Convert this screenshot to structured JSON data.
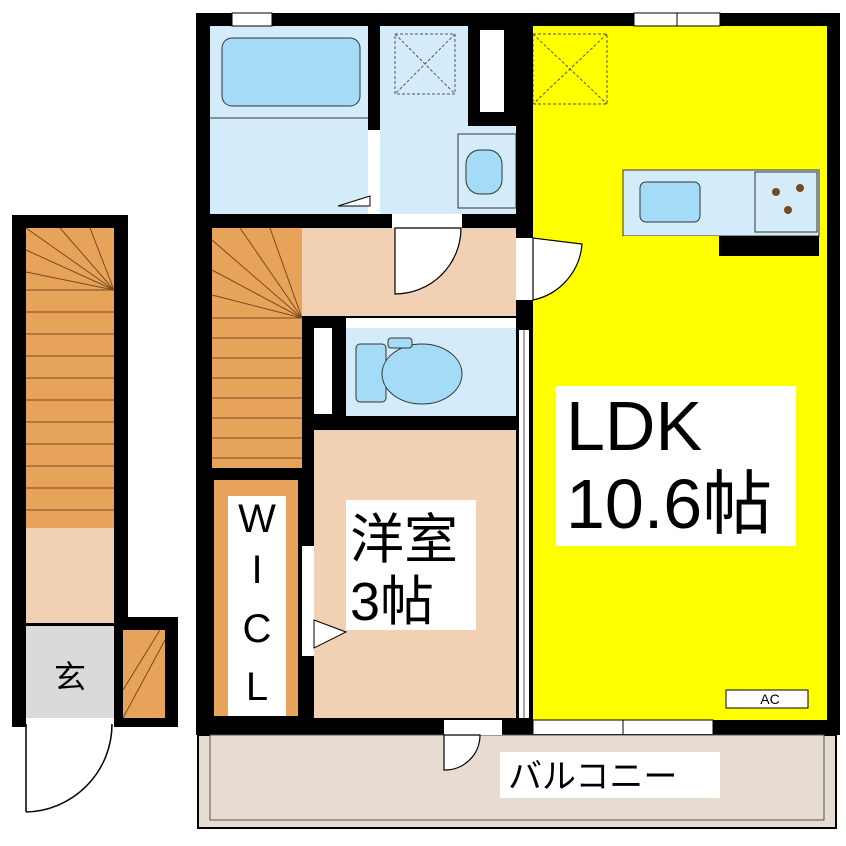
{
  "rooms": {
    "ldk": {
      "name": "LDK",
      "size": "10.6帖"
    },
    "western": {
      "name": "洋室",
      "size": "3帖"
    },
    "wcl": {
      "letters": [
        "W",
        "I",
        "C",
        "L"
      ]
    },
    "entrance": {
      "name": "玄"
    },
    "balcony": {
      "name": "バルコニー"
    },
    "ac": {
      "label": "AC"
    }
  },
  "colors": {
    "ldk": "#ffff00",
    "bath": "#d4ecfa",
    "fixture": "#a4dcf8",
    "stairs": "#e8a35b",
    "room": "#f2d0b4",
    "balcony": "#e7dcd2",
    "entrance": "#dadada",
    "wall": "#000000"
  }
}
